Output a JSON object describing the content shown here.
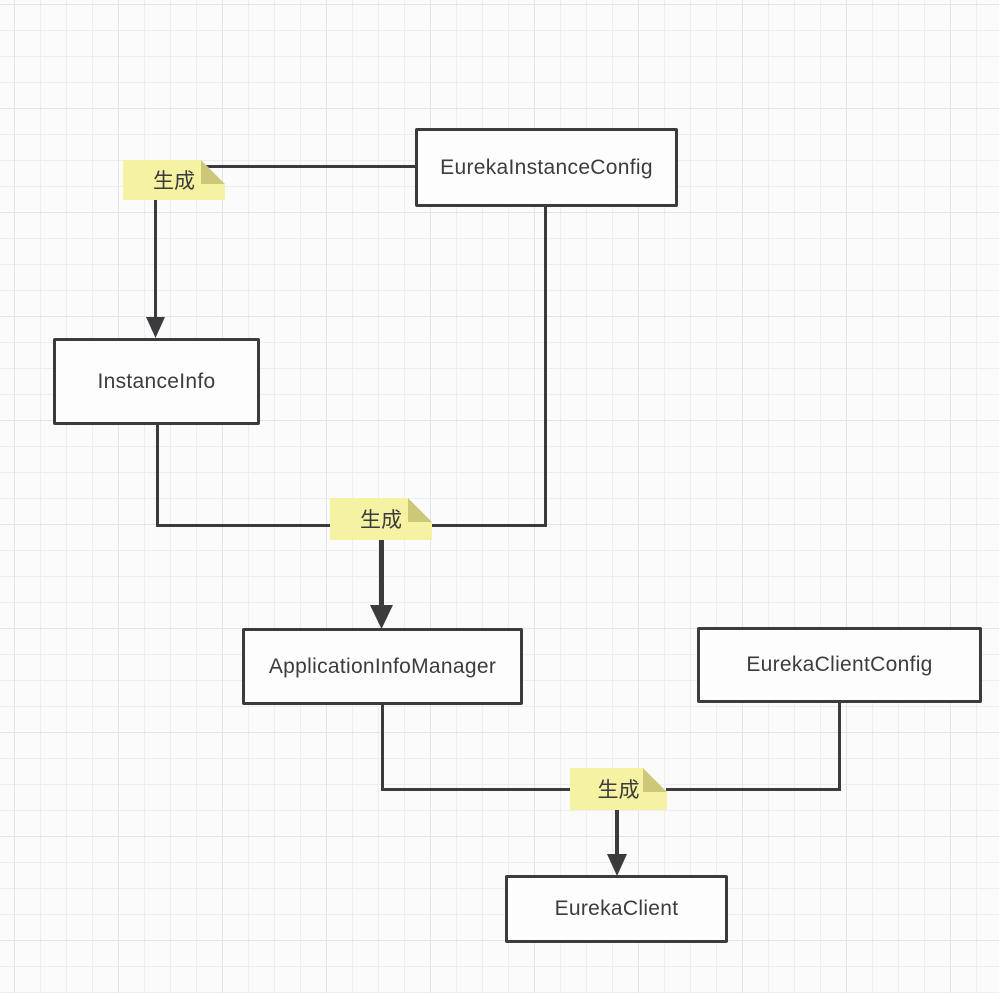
{
  "diagram": {
    "nodes": [
      {
        "id": "eureka-instance-config",
        "label": "EurekaInstanceConfig"
      },
      {
        "id": "instance-info",
        "label": "InstanceInfo"
      },
      {
        "id": "application-info-manager",
        "label": "ApplicationInfoManager"
      },
      {
        "id": "eureka-client-config",
        "label": "EurekaClientConfig"
      },
      {
        "id": "eureka-client",
        "label": "EurekaClient"
      }
    ],
    "notes": [
      {
        "id": "note-generate-1",
        "label": "生成"
      },
      {
        "id": "note-generate-2",
        "label": "生成"
      },
      {
        "id": "note-generate-3",
        "label": "生成"
      }
    ],
    "edges": [
      {
        "sources": [
          "EurekaInstanceConfig"
        ],
        "label": "生成",
        "target": "InstanceInfo"
      },
      {
        "sources": [
          "InstanceInfo",
          "EurekaInstanceConfig"
        ],
        "label": "生成",
        "target": "ApplicationInfoManager"
      },
      {
        "sources": [
          "ApplicationInfoManager",
          "EurekaClientConfig"
        ],
        "label": "生成",
        "target": "EurekaClient"
      }
    ],
    "colors": {
      "connector": "#3b3b3d",
      "node_border": "#3b3b3d",
      "node_fill": "#fdfdfe",
      "note_fill": "#f5f2a2",
      "note_fold": "#cdc77a",
      "text": "#3c3c3e",
      "grid_minor": "#eeeef2",
      "grid_major": "#e3e3e8",
      "background": "#fbfbfc"
    }
  }
}
